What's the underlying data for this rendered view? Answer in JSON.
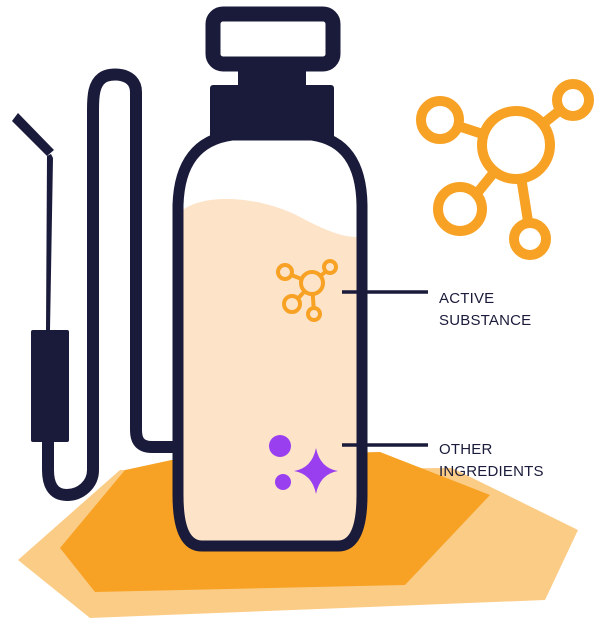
{
  "labels": {
    "active_substance": {
      "line1": "ACTIVE",
      "line2": "SUBSTANCE"
    },
    "other_ingredients": {
      "line1": "OTHER",
      "line2": "INGREDIENTS"
    }
  },
  "icons": {
    "sprayer": "pressure-sprayer-icon",
    "molecule": "molecule-icon",
    "sparkle": "sparkle-icon"
  },
  "colors": {
    "outline": "#1a1b3a",
    "liquid": "#fde3c8",
    "molecule": "#f7a224",
    "ground_dark": "#f7a224",
    "ground_light": "#fbcc86",
    "ingredients": "#9a3ff0"
  }
}
